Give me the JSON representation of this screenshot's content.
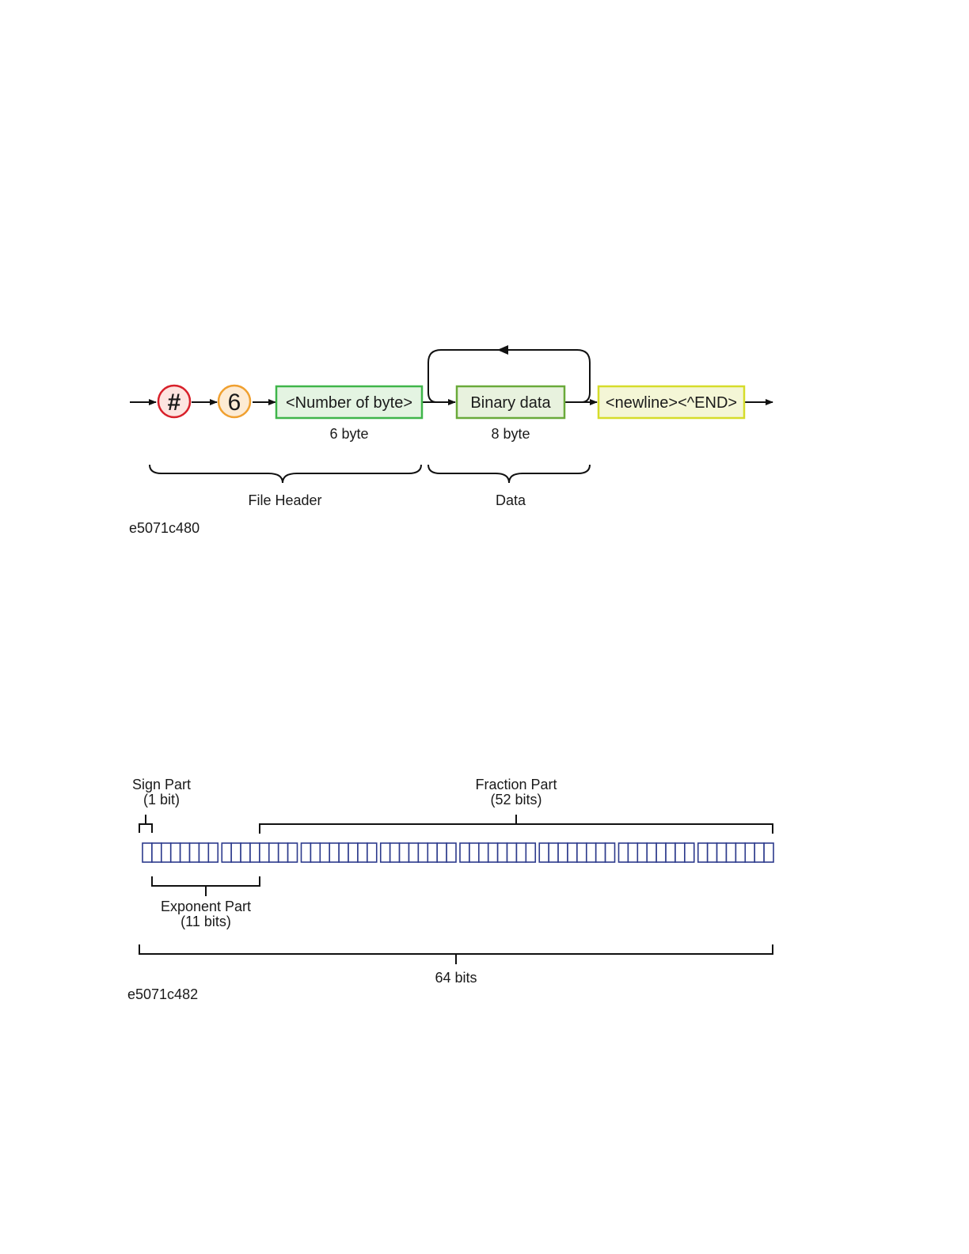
{
  "diagram1": {
    "nodes": {
      "hash": "#",
      "six": "6",
      "number_of_byte": "<Number of byte>",
      "binary_data": "Binary data",
      "newline_end": "<newline><^END>"
    },
    "sizes": {
      "number_of_byte": "6 byte",
      "binary_data": "8 byte"
    },
    "groups": {
      "file_header": "File Header",
      "data": "Data"
    },
    "figure_id": "e5071c480",
    "colors": {
      "hash_stroke": "#d8202a",
      "hash_fill": "#fde4e0",
      "six_stroke": "#f0a030",
      "six_fill": "#fdebd4",
      "nob_stroke": "#3fb54a",
      "nob_fill": "#e4f4e2",
      "bin_stroke": "#6aaa3a",
      "bin_fill": "#e8f2de",
      "end_stroke": "#d6dc2a",
      "end_fill": "#f4f6d6"
    }
  },
  "diagram2": {
    "sign": {
      "title": "Sign Part",
      "bits": "(1 bit)"
    },
    "fraction": {
      "title": "Fraction Part",
      "bits": "(52 bits)"
    },
    "exponent": {
      "title": "Exponent Part",
      "bits": "(11 bits)"
    },
    "total": "64 bits",
    "figure_id": "e5071c482",
    "byte_count": 8,
    "bits_per_byte": 8,
    "bit_color": "#2c3a8c"
  }
}
